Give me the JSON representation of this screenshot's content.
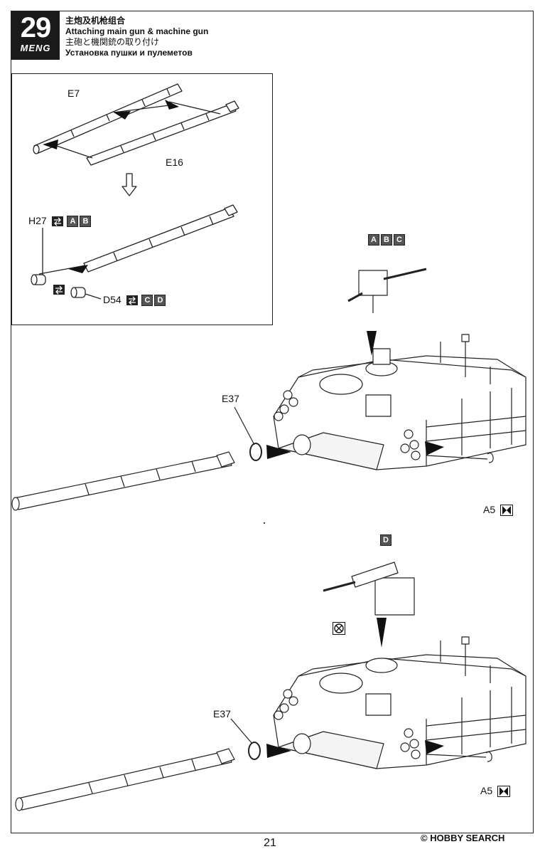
{
  "step": {
    "number": "29",
    "brand": "MENG"
  },
  "titles": {
    "zh": "主炮及机枪组合",
    "en": "Attaching main gun & machine gun",
    "jp": "主砲と機関銃の取り付け",
    "ru": "Установка пушки и пулеметов"
  },
  "parts": {
    "e7": "E7",
    "e16": "E16",
    "h27": "H27",
    "d54": "D54",
    "e37_top": "E37",
    "e37_bottom": "E37",
    "a5_top": "A5",
    "a5_bottom": "A5"
  },
  "version_tags": {
    "h27": [
      "A",
      "B"
    ],
    "d54": [
      "C",
      "D"
    ],
    "mg_top": [
      "A",
      "B",
      "C"
    ],
    "mg_bottom": [
      "D"
    ]
  },
  "icons": [
    "swap-icon",
    "hatch-closed-icon",
    "no-glue-icon"
  ],
  "footer": {
    "page": "21",
    "watermark": "© HOBBY SEARCH"
  }
}
